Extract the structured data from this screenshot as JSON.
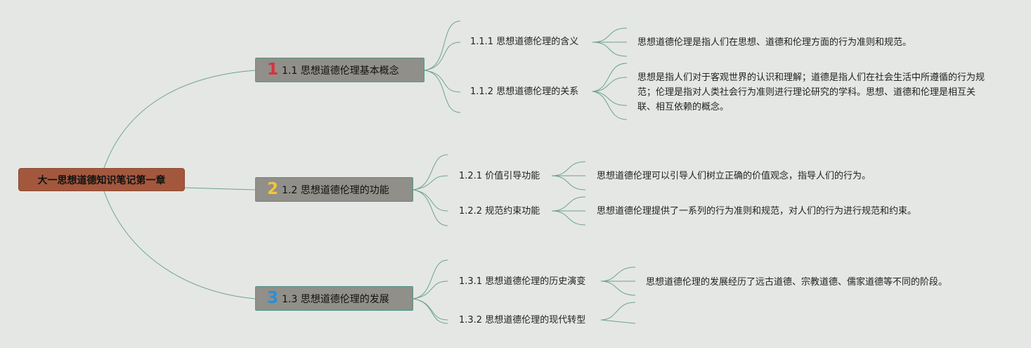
{
  "root": {
    "label": "大一思想道德知识笔记第一章"
  },
  "topics": [
    {
      "number": "1",
      "label": "1.1 思想道德伦理基本概念",
      "children": [
        {
          "label": "1.1.1 思想道德伦理的含义",
          "detail": "思想道德伦理是指人们在思想、道德和伦理方面的行为准则和规范。"
        },
        {
          "label": "1.1.2 思想道德伦理的关系",
          "detail": "思想是指人们对于客观世界的认识和理解；道德是指人们在社会生活中所遵循的行为规范；伦理是指对人类社会行为准则进行理论研究的学科。思想、道德和伦理是相互关联、相互依赖的概念。"
        }
      ]
    },
    {
      "number": "2",
      "label": "1.2 思想道德伦理的功能",
      "children": [
        {
          "label": "1.2.1 价值引导功能",
          "detail": "思想道德伦理可以引导人们树立正确的价值观念，指导人们的行为。"
        },
        {
          "label": "1.2.2 规范约束功能",
          "detail": "思想道德伦理提供了一系列的行为准则和规范，对人们的行为进行规范和约束。"
        }
      ]
    },
    {
      "number": "3",
      "label": "1.3 思想道德伦理的发展",
      "children": [
        {
          "label": "1.3.1 思想道德伦理的历史演变",
          "detail": "思想道德伦理的发展经历了远古道德、宗教道德、儒家道德等不同的阶段。"
        },
        {
          "label": "1.3.2 思想道德伦理的现代转型",
          "detail": ""
        }
      ]
    }
  ],
  "colors": {
    "background": "#e5e7e4",
    "root_fill": "#a3583d",
    "topic_fill": "#908f89",
    "connector": "#6ba391",
    "number_1": "#d9303c",
    "number_2": "#f2c63a",
    "number_3": "#2a8fd6"
  }
}
